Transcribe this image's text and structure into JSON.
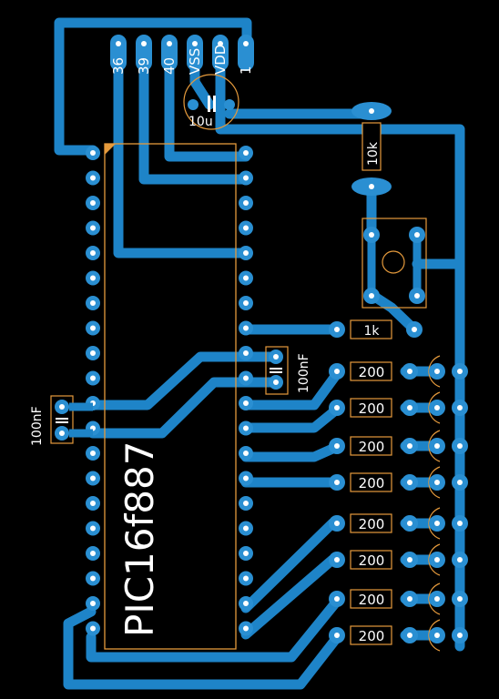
{
  "colors": {
    "background": "#000000",
    "trace": "#1e84c8",
    "pad": "#2a8fd2",
    "hole": "#ffffff",
    "silk": "#e59a3c",
    "text": "#ffffff",
    "component_body": "#ffffff"
  },
  "ic": {
    "label": "PIC16f887"
  },
  "header": {
    "pins": [
      "36",
      "39",
      "40",
      "VSS",
      "VDD",
      "1"
    ]
  },
  "capacitors": {
    "electrolytic": "10u",
    "decoupling_right": "100nF",
    "decoupling_left": "100nF"
  },
  "resistors": {
    "pullup": "10k",
    "series": "1k",
    "led": [
      "200",
      "200",
      "200",
      "200",
      "200",
      "200",
      "200",
      "200"
    ]
  }
}
